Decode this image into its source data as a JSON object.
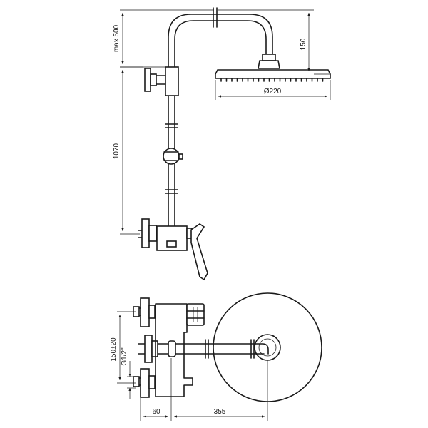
{
  "dimensions": {
    "max_height": "max 500",
    "head_drop": "150",
    "head_diameter": "Ø220",
    "riser_length": "1070",
    "inlet_spacing": "150±20",
    "thread": "G1/2\"",
    "wall_offset": "60",
    "arm_reach": "355"
  }
}
